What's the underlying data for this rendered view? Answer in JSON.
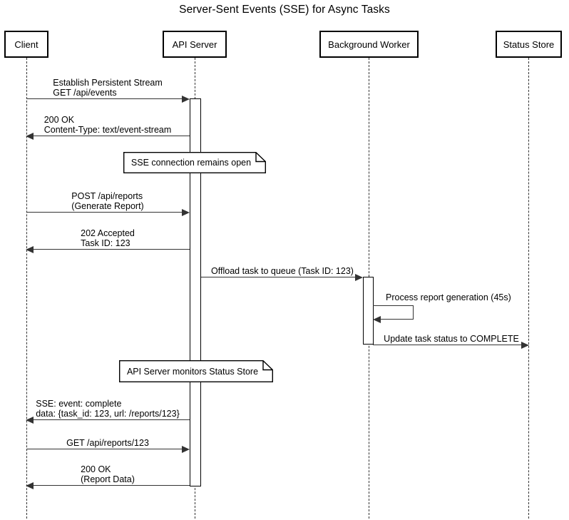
{
  "title": "Server-Sent Events (SSE) for Async Tasks",
  "diagram_type": "sequence-diagram",
  "actors": [
    {
      "id": "client",
      "label": "Client"
    },
    {
      "id": "api-server",
      "label": "API Server"
    },
    {
      "id": "background-worker",
      "label": "Background Worker"
    },
    {
      "id": "status-store",
      "label": "Status Store"
    }
  ],
  "messages": [
    {
      "from": "Client",
      "to": "API Server",
      "lines": [
        "Establish Persistent Stream",
        "GET /api/events"
      ]
    },
    {
      "from": "API Server",
      "to": "Client",
      "lines": [
        "200 OK",
        "Content-Type: text/event-stream"
      ]
    },
    {
      "from": "Client",
      "to": "API Server",
      "lines": [
        "POST /api/reports",
        "(Generate Report)"
      ]
    },
    {
      "from": "API Server",
      "to": "Client",
      "lines": [
        "202 Accepted",
        "Task ID: 123"
      ]
    },
    {
      "from": "API Server",
      "to": "Background Worker",
      "lines": [
        "Offload task to queue (Task ID: 123)"
      ]
    },
    {
      "from": "Background Worker",
      "to": "Background Worker",
      "lines": [
        "Process report generation (45s)"
      ]
    },
    {
      "from": "Background Worker",
      "to": "Status Store",
      "lines": [
        "Update task status to COMPLETE"
      ]
    },
    {
      "from": "API Server",
      "to": "Client",
      "lines": [
        "SSE: event: complete",
        "data: {task_id: 123, url: /reports/123}"
      ]
    },
    {
      "from": "Client",
      "to": "API Server",
      "lines": [
        "GET /api/reports/123"
      ]
    },
    {
      "from": "API Server",
      "to": "Client",
      "lines": [
        "200 OK",
        "(Report Data)"
      ]
    }
  ],
  "notes": [
    {
      "over": "API Server",
      "text": "SSE connection remains open"
    },
    {
      "over": "API Server",
      "text": "API Server monitors Status Store"
    }
  ],
  "colors": {
    "line": "#333333",
    "text": "#000000",
    "box_border": "#000000",
    "box_fill": "#ffffff",
    "background": "#ffffff"
  }
}
